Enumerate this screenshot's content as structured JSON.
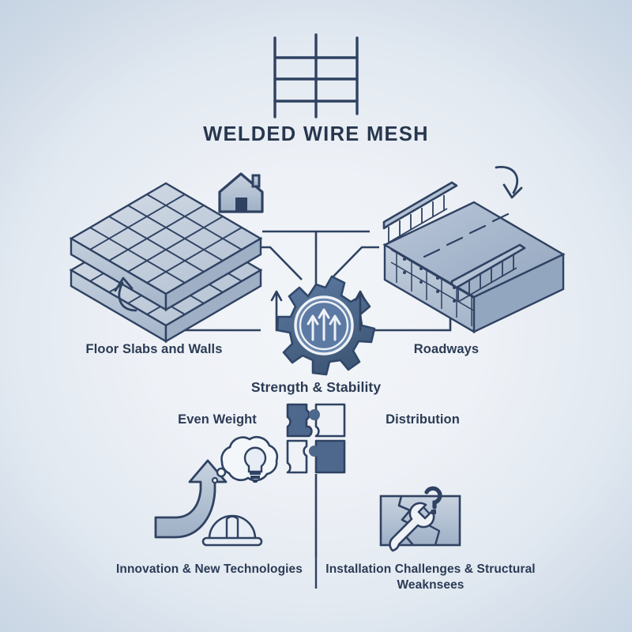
{
  "poster": {
    "title": "WELDED WIRE MESH",
    "background": {
      "center_color": "#f2f5f8",
      "edge_color": "#c3d2e2"
    },
    "palette": {
      "ink": "#2f4262",
      "text": "#2b3b55",
      "fill_light": "#c3cfdd",
      "fill_mid": "#9fb0c6",
      "fill_dark": "#4d688c",
      "fill_face": "#b4c2d4"
    }
  },
  "header": {
    "icon": "grid-mesh-icon",
    "title": "WELDED WIRE MESH"
  },
  "illustrations": {
    "left": {
      "name": "stacked-mesh-slabs-illustration",
      "badge_icon": "house-icon",
      "arrow_icon": "curved-arrow-up-left-icon"
    },
    "right": {
      "name": "roadway-slab-illustration",
      "arrow_icon": "curved-arrow-down-icon"
    }
  },
  "center": {
    "icon": "gear-with-up-arrows-icon",
    "label": "Strength & Stability",
    "side_arrows": [
      "up-arrow-icon",
      "up-arrow-icon",
      "up-arrow-icon",
      "up-arrow-icon"
    ]
  },
  "branches": {
    "left": {
      "label": "Floor Slabs and Walls"
    },
    "right": {
      "label": "Roadways"
    }
  },
  "middle_row": {
    "icon": "puzzle-pieces-icon",
    "left_label": "Even Weight",
    "right_label": "Distribution"
  },
  "bottom_row": {
    "left": {
      "icon": "growth-arrow-lightbulb-hardhat-icon",
      "label": "Innovation & New Technologies"
    },
    "right": {
      "icon": "cracked-wall-wrench-question-icon",
      "label": "Installation Challenges & Structural Weaknsees"
    }
  }
}
